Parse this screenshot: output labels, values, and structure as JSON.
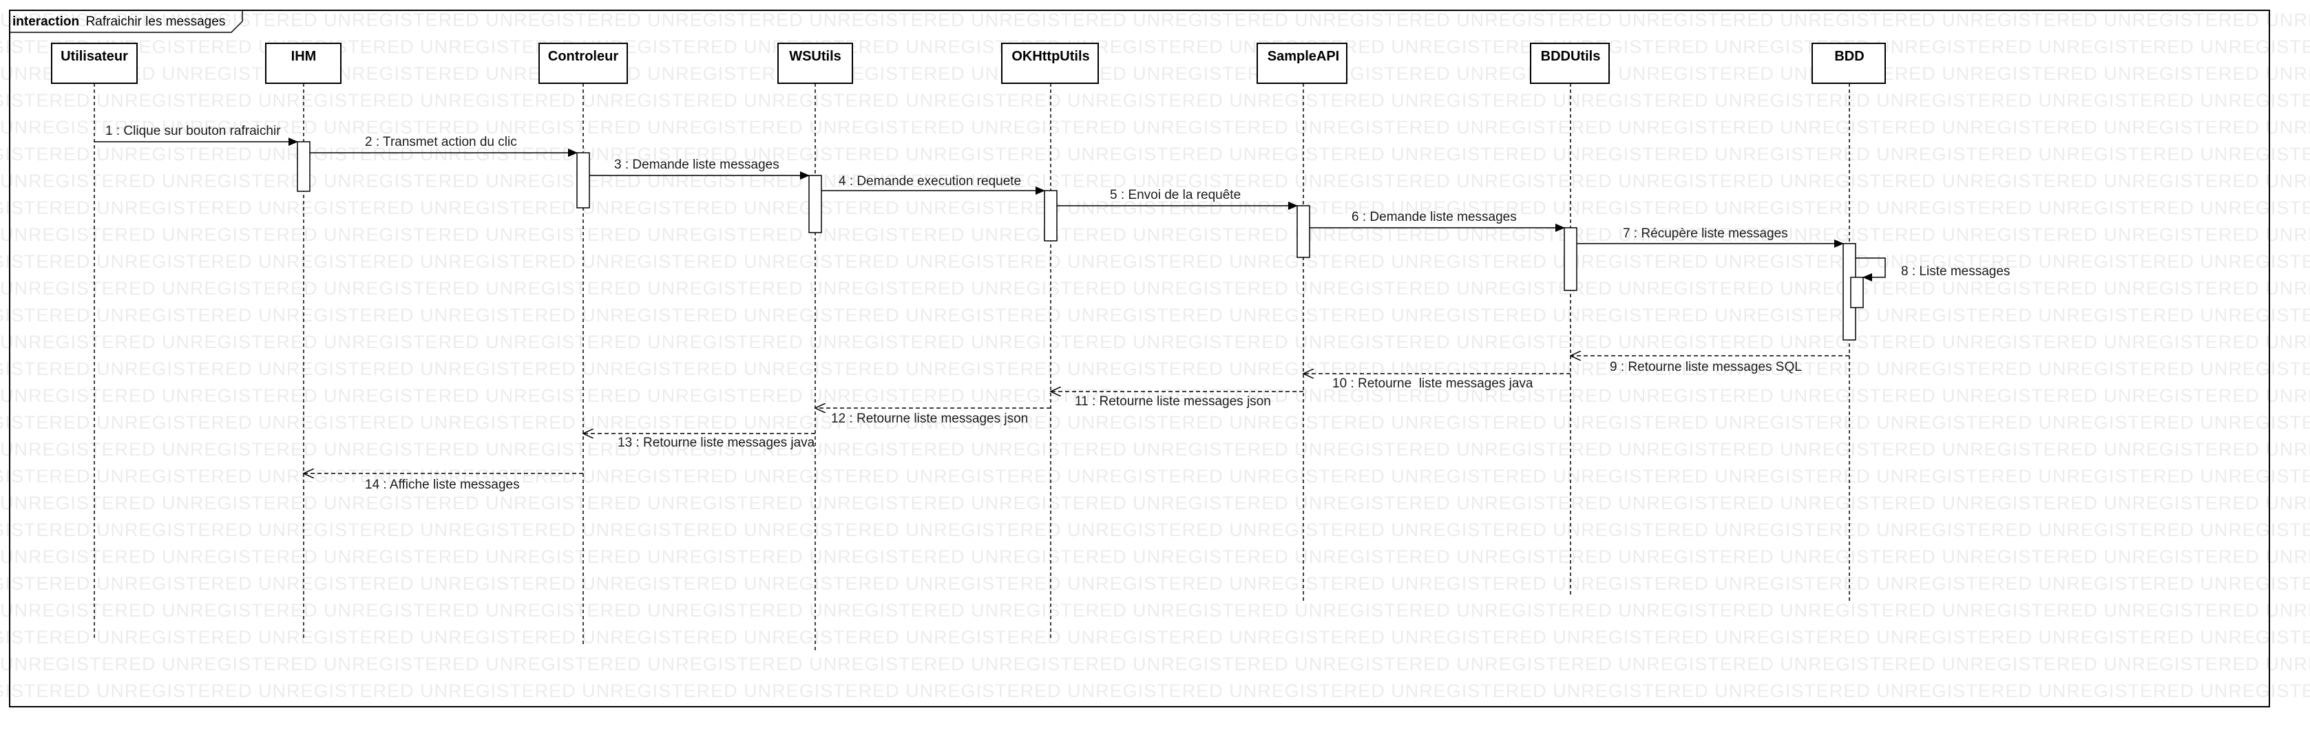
{
  "watermark_text": "UNREGISTERED",
  "frame": {
    "keyword": "interaction",
    "name": "Rafraichir les messages"
  },
  "lifelines": [
    {
      "id": "utilisateur",
      "name": "Utilisateur"
    },
    {
      "id": "ihm",
      "name": "IHM"
    },
    {
      "id": "controleur",
      "name": "Controleur"
    },
    {
      "id": "wsutils",
      "name": "WSUtils"
    },
    {
      "id": "okhttputils",
      "name": "OKHttpUtils"
    },
    {
      "id": "sampleapi",
      "name": "SampleAPI"
    },
    {
      "id": "bddutils",
      "name": "BDDUtils"
    },
    {
      "id": "bdd",
      "name": "BDD"
    }
  ],
  "messages": [
    {
      "label": "1 : Clique sur bouton rafraichir",
      "from": "utilisateur",
      "to": "ihm",
      "kind": "sync"
    },
    {
      "label": "2 : Transmet action du clic",
      "from": "ihm",
      "to": "controleur",
      "kind": "sync"
    },
    {
      "label": "3 : Demande liste messages",
      "from": "controleur",
      "to": "wsutils",
      "kind": "sync"
    },
    {
      "label": "4 : Demande execution requete",
      "from": "wsutils",
      "to": "okhttputils",
      "kind": "sync"
    },
    {
      "label": "5 : Envoi de la requête",
      "from": "okhttputils",
      "to": "sampleapi",
      "kind": "sync"
    },
    {
      "label": "6 : Demande liste messages",
      "from": "sampleapi",
      "to": "bddutils",
      "kind": "sync"
    },
    {
      "label": "7 : Récupère liste messages",
      "from": "bddutils",
      "to": "bdd",
      "kind": "sync"
    },
    {
      "label": "8 : Liste messages",
      "from": "bdd",
      "to": "bdd",
      "kind": "self"
    },
    {
      "label": "9 : Retourne liste messages SQL",
      "from": "bdd",
      "to": "bddutils",
      "kind": "return"
    },
    {
      "label": "10 : Retourne  liste messages java",
      "from": "bddutils",
      "to": "sampleapi",
      "kind": "return"
    },
    {
      "label": "11 : Retourne liste messages json",
      "from": "sampleapi",
      "to": "okhttputils",
      "kind": "return"
    },
    {
      "label": "12 : Retourne liste messages json",
      "from": "okhttputils",
      "to": "wsutils",
      "kind": "return"
    },
    {
      "label": "13 : Retourne liste messages java",
      "from": "wsutils",
      "to": "controleur",
      "kind": "return"
    },
    {
      "label": "14 : Affiche liste messages",
      "from": "controleur",
      "to": "ihm",
      "kind": "return"
    }
  ]
}
